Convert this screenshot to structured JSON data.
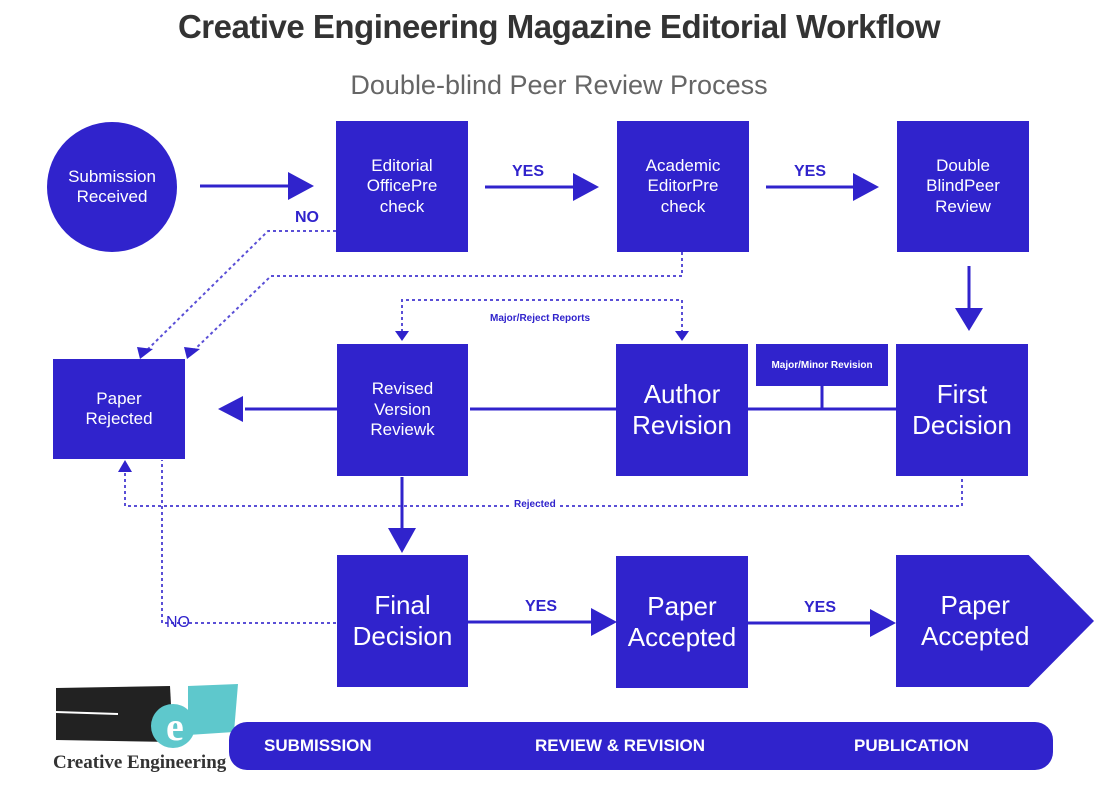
{
  "header": {
    "title": "Creative Engineering Magazine Editorial Workflow",
    "subtitle": "Double-blind Peer Review Process"
  },
  "nodes": {
    "submission": "Submission\nReceived",
    "editorial_precheck": "Editorial\nOfficePre\ncheck",
    "academic_precheck": "Academic\nEditorPre\ncheck",
    "peer_review": "Double\nBlindPeer\nReview",
    "paper_rejected": "Paper\nRejected",
    "revised_review": "Revised\nVersion\nReviewk",
    "author_revision": "Author\nRevision",
    "first_decision": "First\nDecision",
    "final_decision": "Final\nDecision",
    "paper_accepted": "Paper\nAccepted",
    "paper_accepted_final": "Paper\nAccepted"
  },
  "edge_labels": {
    "yes1": "YES",
    "yes2": "YES",
    "no_editorial": "NO",
    "major_reject_reports": "Major/Reject Reports",
    "major_minor_revision": "Major/Minor Revision",
    "rejected": "Rejected",
    "no_final": "NO",
    "yes3": "YES",
    "yes4": "YES"
  },
  "phases": [
    "SUBMISSION",
    "REVIEW & REVISION",
    "PUBLICATION"
  ],
  "logo": {
    "text": "Creative Engineering"
  },
  "colors": {
    "primary": "#3023cc",
    "logo_teal": "#5ec8cc",
    "logo_black": "#222222"
  }
}
